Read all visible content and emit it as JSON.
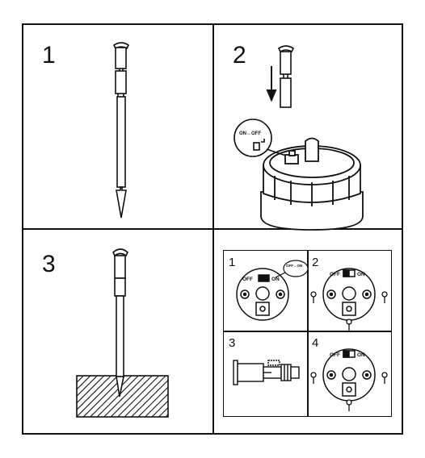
{
  "steps": {
    "step1": "1",
    "step2": "2",
    "step3": "3",
    "sub1": "1",
    "sub2": "2",
    "sub3": "3",
    "sub4": "4"
  },
  "labels": {
    "switch_callout": "ON↔OFF",
    "off": "OFF",
    "on": "ON",
    "mini_callout": "OFF↔ON"
  },
  "icons": {
    "stake": "garden-stake-icon",
    "arrow": "down-arrow-icon",
    "lamp": "solar-lamp-head-icon",
    "screw": "screw-icon",
    "ground": "hatched-ground-icon"
  }
}
